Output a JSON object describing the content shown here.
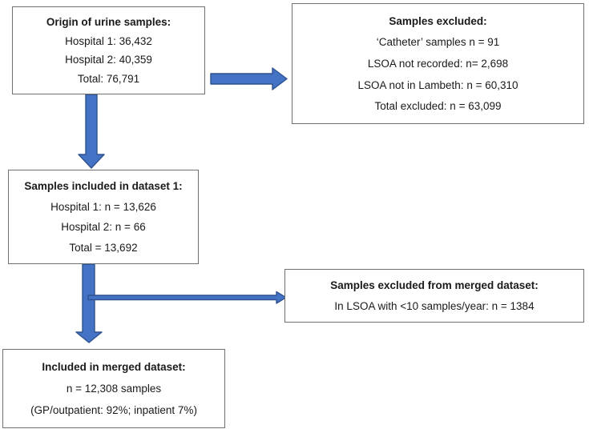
{
  "diagram": {
    "boxes": [
      {
        "name": "origin-of-urine-samples",
        "title": "Origin of urine samples:",
        "lines": [
          "Hospital 1: 36,432",
          "Hospital 2: 40,359",
          "Total: 76,791"
        ]
      },
      {
        "name": "samples-excluded",
        "title": "Samples excluded:",
        "lines": [
          "‘Catheter’ samples n = 91",
          "LSOA not recorded: n= 2,698",
          "LSOA not in Lambeth: n = 60,310",
          "Total excluded: n = 63,099"
        ]
      },
      {
        "name": "samples-included-in-dataset-1",
        "title": "Samples included in dataset 1:",
        "lines": [
          "Hospital 1: n = 13,626",
          "Hospital 2: n = 66",
          "Total = 13,692"
        ]
      },
      {
        "name": "samples-excluded-from-merged-dataset",
        "title": "Samples excluded from merged dataset:",
        "lines": [
          "In LSOA with <10 samples/year: n = 1384"
        ]
      },
      {
        "name": "included-in-merged-dataset",
        "title": "Included in merged dataset:",
        "lines": [
          "n = 12,308 samples",
          "(GP/outpatient: 92%; inpatient 7%)"
        ]
      }
    ],
    "arrows": [
      {
        "from": "origin-of-urine-samples",
        "to": "samples-excluded",
        "direction": "right"
      },
      {
        "from": "origin-of-urine-samples",
        "to": "samples-included-in-dataset-1",
        "direction": "down"
      },
      {
        "from": "samples-included-in-dataset-1",
        "to": "included-in-merged-dataset",
        "direction": "down"
      },
      {
        "from": "samples-included-in-dataset-1",
        "to": "samples-excluded-from-merged-dataset",
        "direction": "right"
      }
    ]
  },
  "colors": {
    "arrow_fill": "#4472C4",
    "arrow_stroke": "#2F528F",
    "box_border": "#707070",
    "text": "#1a1a1a",
    "background": "#ffffff"
  }
}
